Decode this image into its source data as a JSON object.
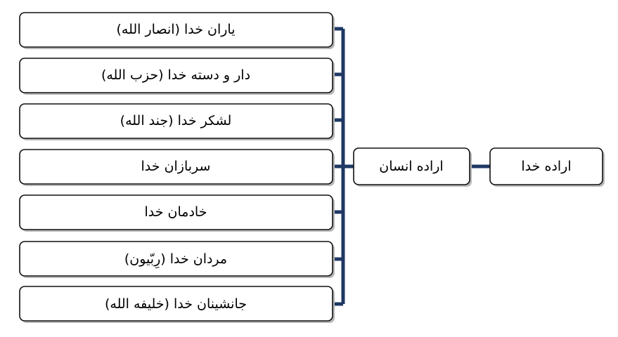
{
  "root": {
    "label": "اراده خدا"
  },
  "middle": {
    "label": "اراده انسان"
  },
  "items": [
    {
      "label": "یاران خدا (انصار الله)"
    },
    {
      "label": "دار و دسته خدا (حزب الله)"
    },
    {
      "label": "لشکر خدا (جند الله)"
    },
    {
      "label": "سربازان خدا"
    },
    {
      "label": "خادمان خدا"
    },
    {
      "label": "مردان خدا (رِبّیون)"
    },
    {
      "label": "جانشینان خدا (خلیفه الله)"
    }
  ],
  "colors": {
    "connector": "#1f3864",
    "box_border": "#111111",
    "shadow": "#b8b8b8"
  }
}
